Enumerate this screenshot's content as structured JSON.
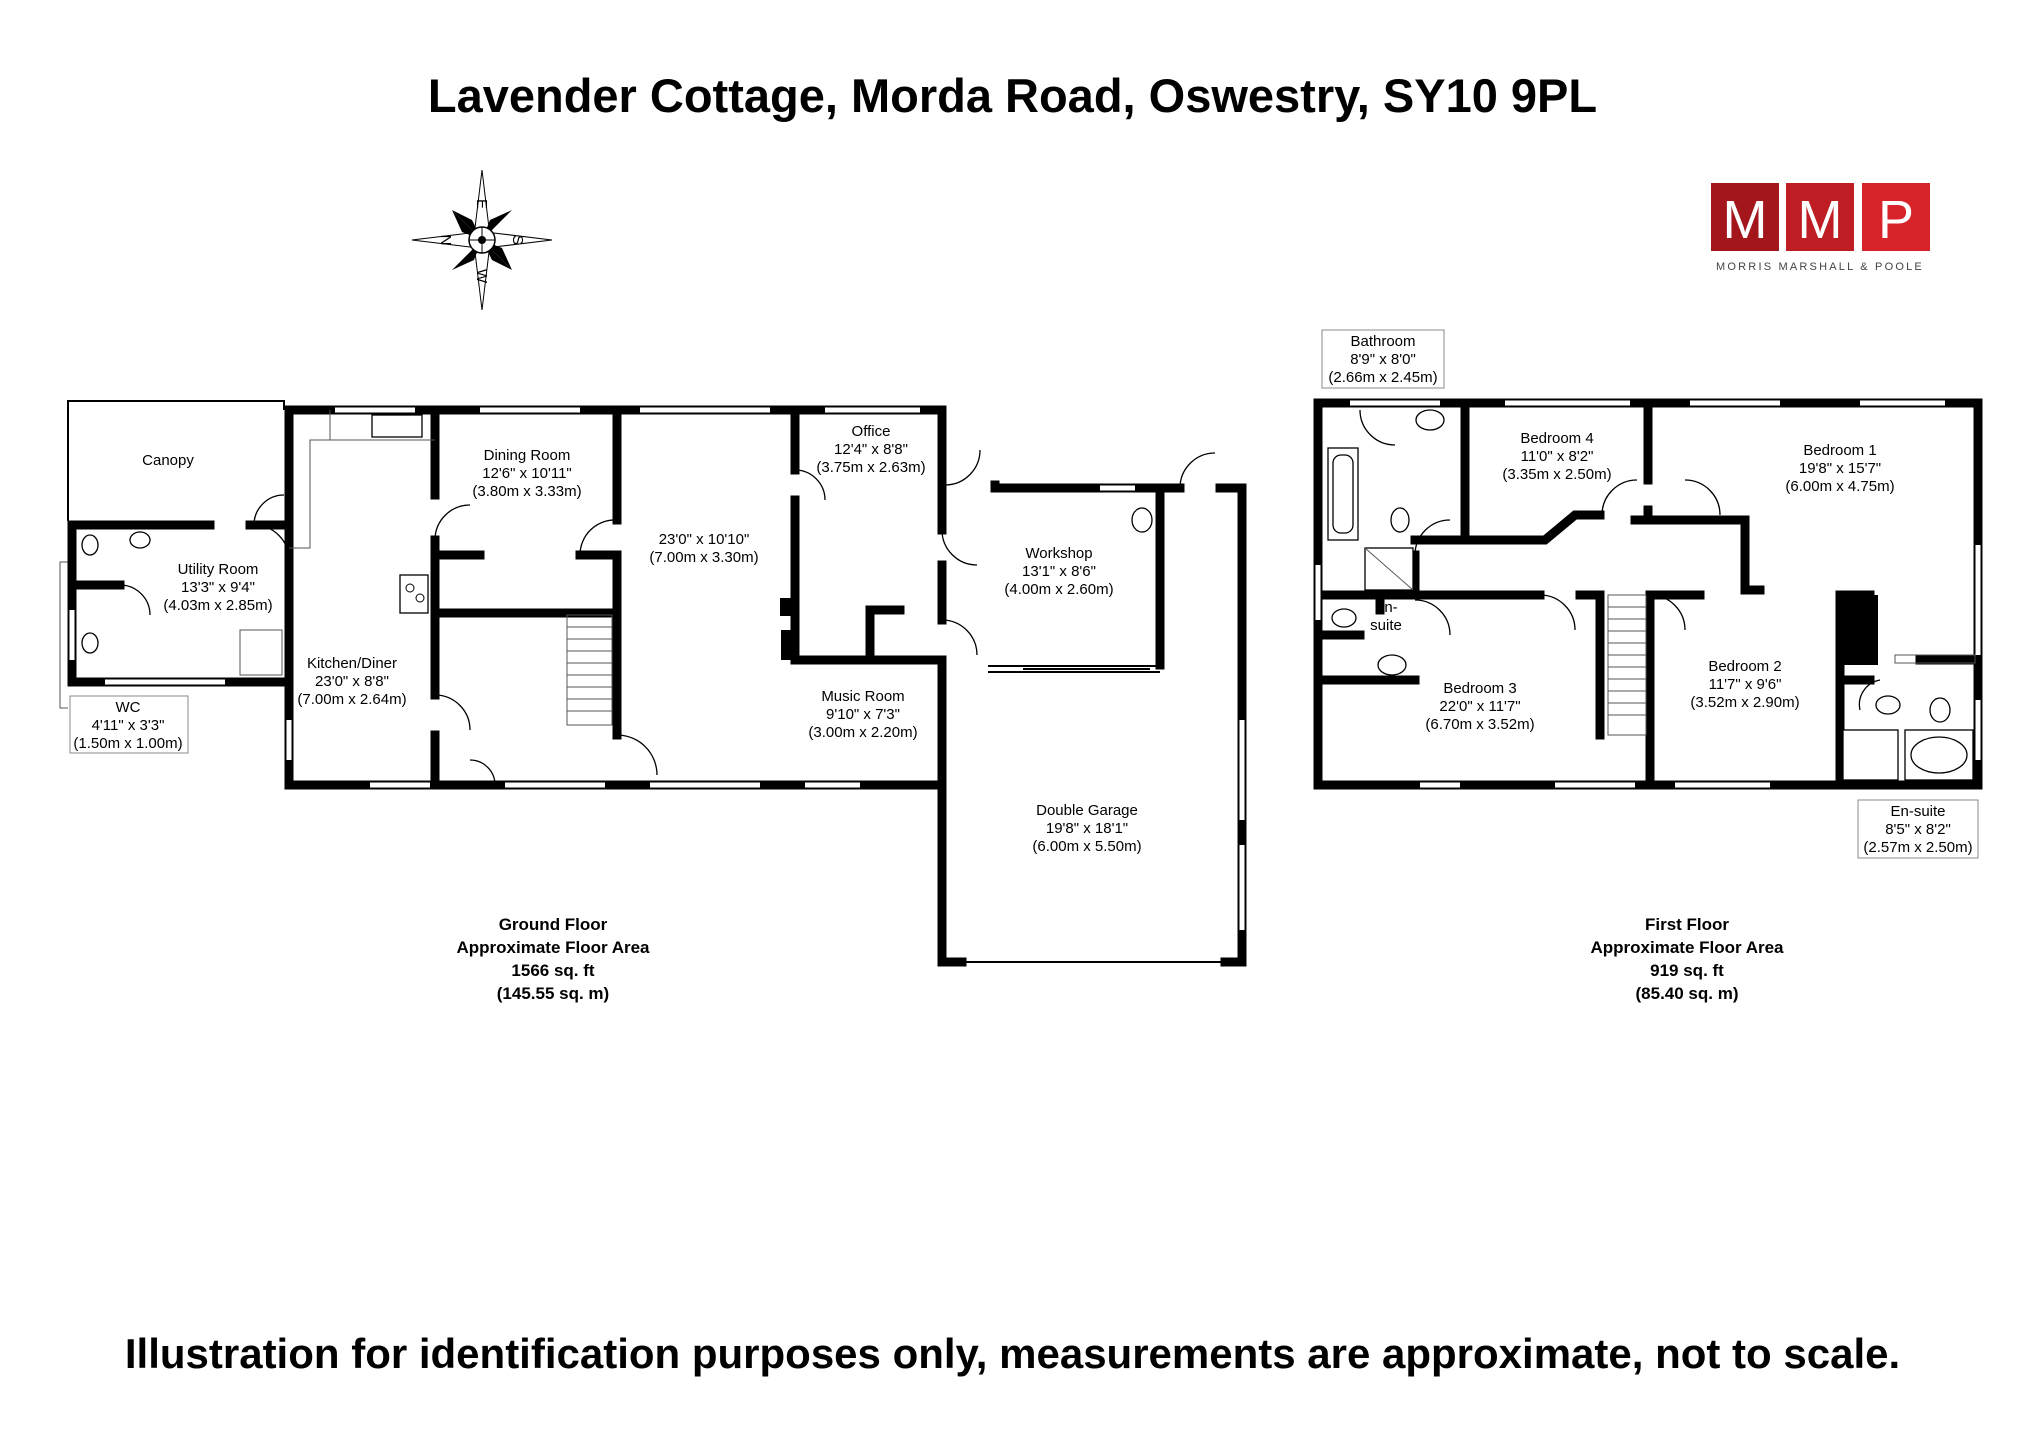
{
  "title": "Lavender Cottage, Morda Road, Oswestry, SY10 9PL",
  "disclaimer": "Illustration for identification purposes only, measurements are approximate, not to scale.",
  "logo": {
    "letters": [
      "M",
      "M",
      "P"
    ],
    "tagline": "MORRIS MARSHALL & POOLE",
    "colors": [
      "#a3171c",
      "#bf1d24",
      "#d8232a"
    ]
  },
  "compass": {
    "N": "N",
    "E": "E",
    "S": "S",
    "W": "W"
  },
  "ground_floor": {
    "rooms": [
      {
        "name": "Canopy"
      },
      {
        "name": "Utility Room",
        "imperial": "13'3\" x 9'4\"",
        "metric": "(4.03m x 2.85m)"
      },
      {
        "name": "WC",
        "imperial": "4'11\" x 3'3\"",
        "metric": "(1.50m x 1.00m)"
      },
      {
        "name": "Kitchen/Diner",
        "imperial": "23'0\" x 8'8\"",
        "metric": "(7.00m x 2.64m)"
      },
      {
        "name": "Dining Room",
        "imperial": "12'6\" x 10'11\"",
        "metric": "(3.80m x 3.33m)"
      },
      {
        "name": "",
        "imperial": "23'0\" x 10'10\"",
        "metric": "(7.00m x 3.30m)"
      },
      {
        "name": "Office",
        "imperial": "12'4\" x 8'8\"",
        "metric": "(3.75m x 2.63m)"
      },
      {
        "name": "Music Room",
        "imperial": "9'10\" x 7'3\"",
        "metric": "(3.00m x 2.20m)"
      },
      {
        "name": "Workshop",
        "imperial": "13'1\" x 8'6\"",
        "metric": "(4.00m x 2.60m)"
      },
      {
        "name": "Double Garage",
        "imperial": "19'8\" x 18'1\"",
        "metric": "(6.00m x 5.50m)"
      }
    ],
    "summary": {
      "floor": "Ground Floor",
      "label": "Approximate Floor Area",
      "sqft": "1566 sq. ft",
      "sqm": "(145.55 sq. m)"
    }
  },
  "first_floor": {
    "rooms": [
      {
        "name": "Bathroom",
        "imperial": "8'9\" x 8'0\"",
        "metric": "(2.66m x 2.45m)"
      },
      {
        "name": "Bedroom 4",
        "imperial": "11'0\" x 8'2\"",
        "metric": "(3.35m x 2.50m)"
      },
      {
        "name": "Bedroom 1",
        "imperial": "19'8\" x 15'7\"",
        "metric": "(6.00m x 4.75m)"
      },
      {
        "name": "En-",
        "imperial": "suite",
        "metric": ""
      },
      {
        "name": "Bedroom 3",
        "imperial": "22'0\" x 11'7\"",
        "metric": "(6.70m x 3.52m)"
      },
      {
        "name": "Bedroom 2",
        "imperial": "11'7\" x 9'6\"",
        "metric": "(3.52m x 2.90m)"
      },
      {
        "name": "En-suite",
        "imperial": "8'5\" x 8'2\"",
        "metric": "(2.57m x 2.50m)"
      }
    ],
    "summary": {
      "floor": "First Floor",
      "label": "Approximate Floor Area",
      "sqft": "919 sq. ft",
      "sqm": "(85.40 sq. m)"
    }
  }
}
